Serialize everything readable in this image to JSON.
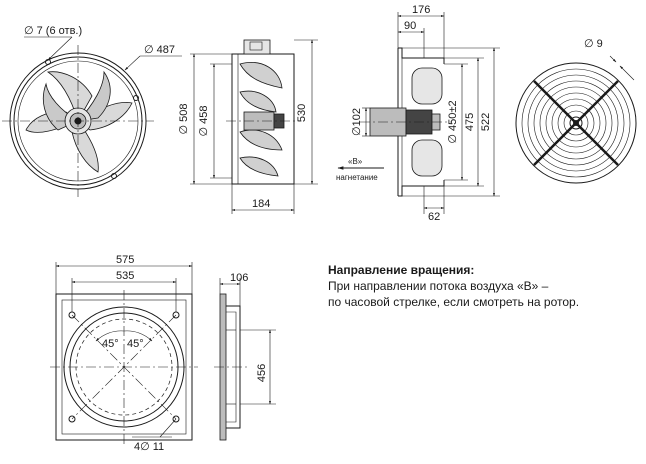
{
  "front_view": {
    "holes_label": "∅ 7 (6 отв.)",
    "diameter_label": "∅ 487"
  },
  "side_view": {
    "d508": "∅ 508",
    "d458": "∅ 458",
    "h530": "530",
    "w184": "184"
  },
  "section_view": {
    "d176": "176",
    "d90": "90",
    "d102": "∅102",
    "d450": "∅ 450±2",
    "d475": "475",
    "d522": "522",
    "d62": "62",
    "airflow_label": "«B»",
    "airflow_sub": "нагнетание"
  },
  "guard_view": {
    "d9": "∅ 9"
  },
  "plate_front": {
    "d575": "575",
    "d535": "535",
    "a1": "45°",
    "a2": "45°",
    "holes": "4∅ 11"
  },
  "plate_side": {
    "d106": "106",
    "d456": "456"
  },
  "note": {
    "heading": "Направление вращения:",
    "line1": "При направлении потока воздуха «B» –",
    "line2": "по часовой стрелке, если смотреть на ротор."
  }
}
